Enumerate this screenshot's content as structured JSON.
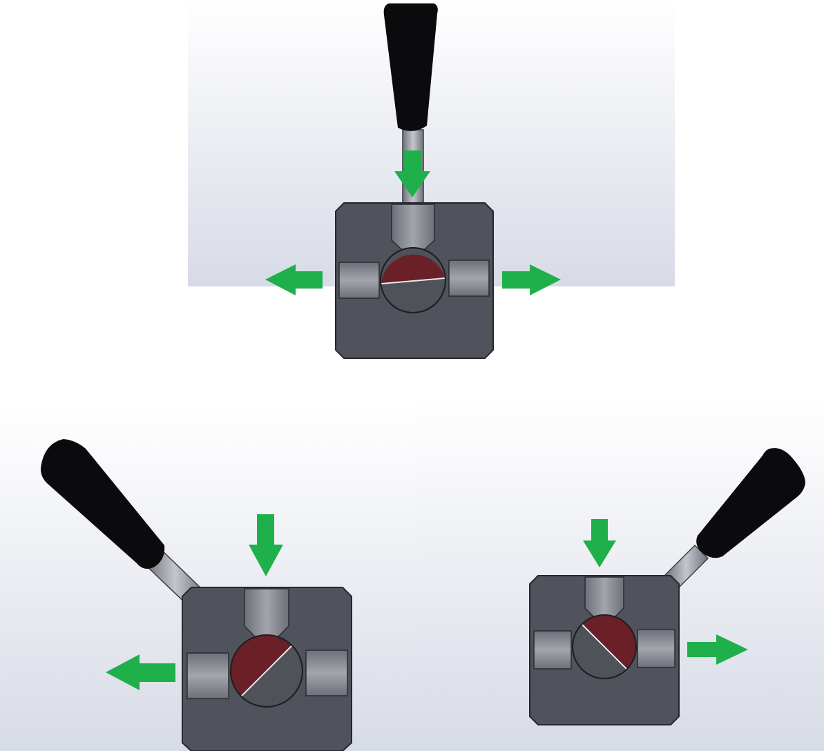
{
  "colors": {
    "page_background": "#ffffff",
    "panel_gradient_top": "#ffffff",
    "panel_gradient_bottom": "#d7dbe6",
    "valve_body": "#51535c",
    "valve_edge": "#26272c",
    "port_bore": "#8c8e96",
    "ball_grey": "#505259",
    "ball_red": "#6b1f27",
    "handle_black": "#0b0b0d",
    "stem_steel": "#9a9da5",
    "flow_arrow_green": "#1fb04b"
  },
  "views": [
    {
      "id": "top",
      "handle": "vertical-up",
      "inlet": "top",
      "outlets": [
        "left",
        "right"
      ]
    },
    {
      "id": "bottom-left",
      "handle": "tilted-left",
      "inlet": "top",
      "outlets": [
        "left"
      ]
    },
    {
      "id": "bottom-right",
      "handle": "tilted-right",
      "inlet": "top",
      "outlets": [
        "right"
      ]
    }
  ]
}
